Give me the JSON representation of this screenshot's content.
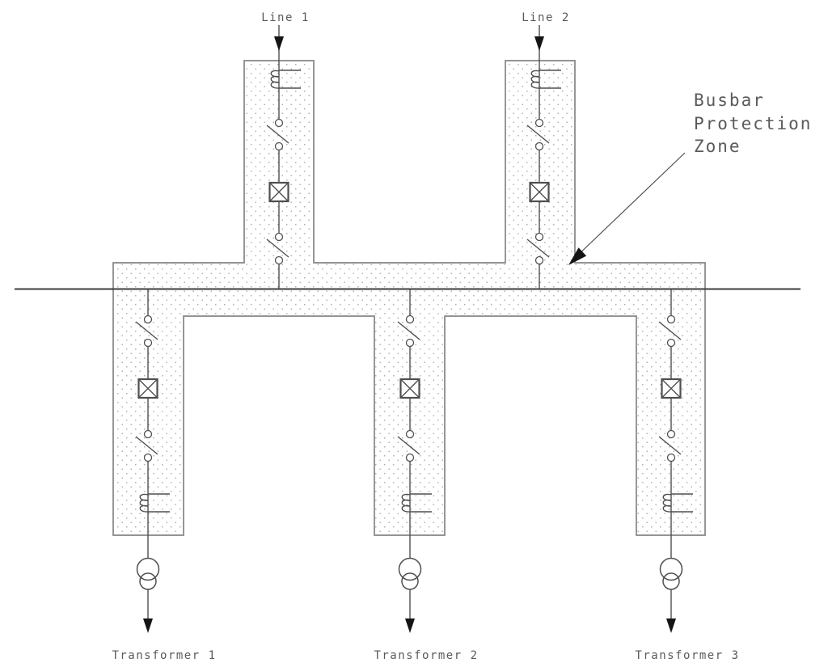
{
  "diagram": {
    "incoming": [
      {
        "label": "Line 1"
      },
      {
        "label": "Line 2"
      }
    ],
    "outgoing": [
      {
        "label": "Transformer 1"
      },
      {
        "label": "Transformer 2"
      },
      {
        "label": "Transformer 3"
      }
    ],
    "zone_label": {
      "line1": "Busbar",
      "line2": "Protection",
      "line3": "Zone"
    },
    "symbols": {
      "per_incoming_bay": [
        "flow-arrow",
        "current-transformer",
        "disconnector",
        "circuit-breaker",
        "disconnector"
      ],
      "per_outgoing_bay": [
        "disconnector",
        "circuit-breaker",
        "disconnector",
        "current-transformer",
        "two-winding-transformer",
        "flow-arrow"
      ]
    },
    "colors": {
      "background": "#ffffff",
      "symbol_stroke": "#4f4f4f",
      "zone_border": "#858585",
      "zone_dots": "#b2b2b2",
      "busbar": "#3c3c3c",
      "arrow_fill": "#151515",
      "text": "#5a5a5a"
    }
  }
}
